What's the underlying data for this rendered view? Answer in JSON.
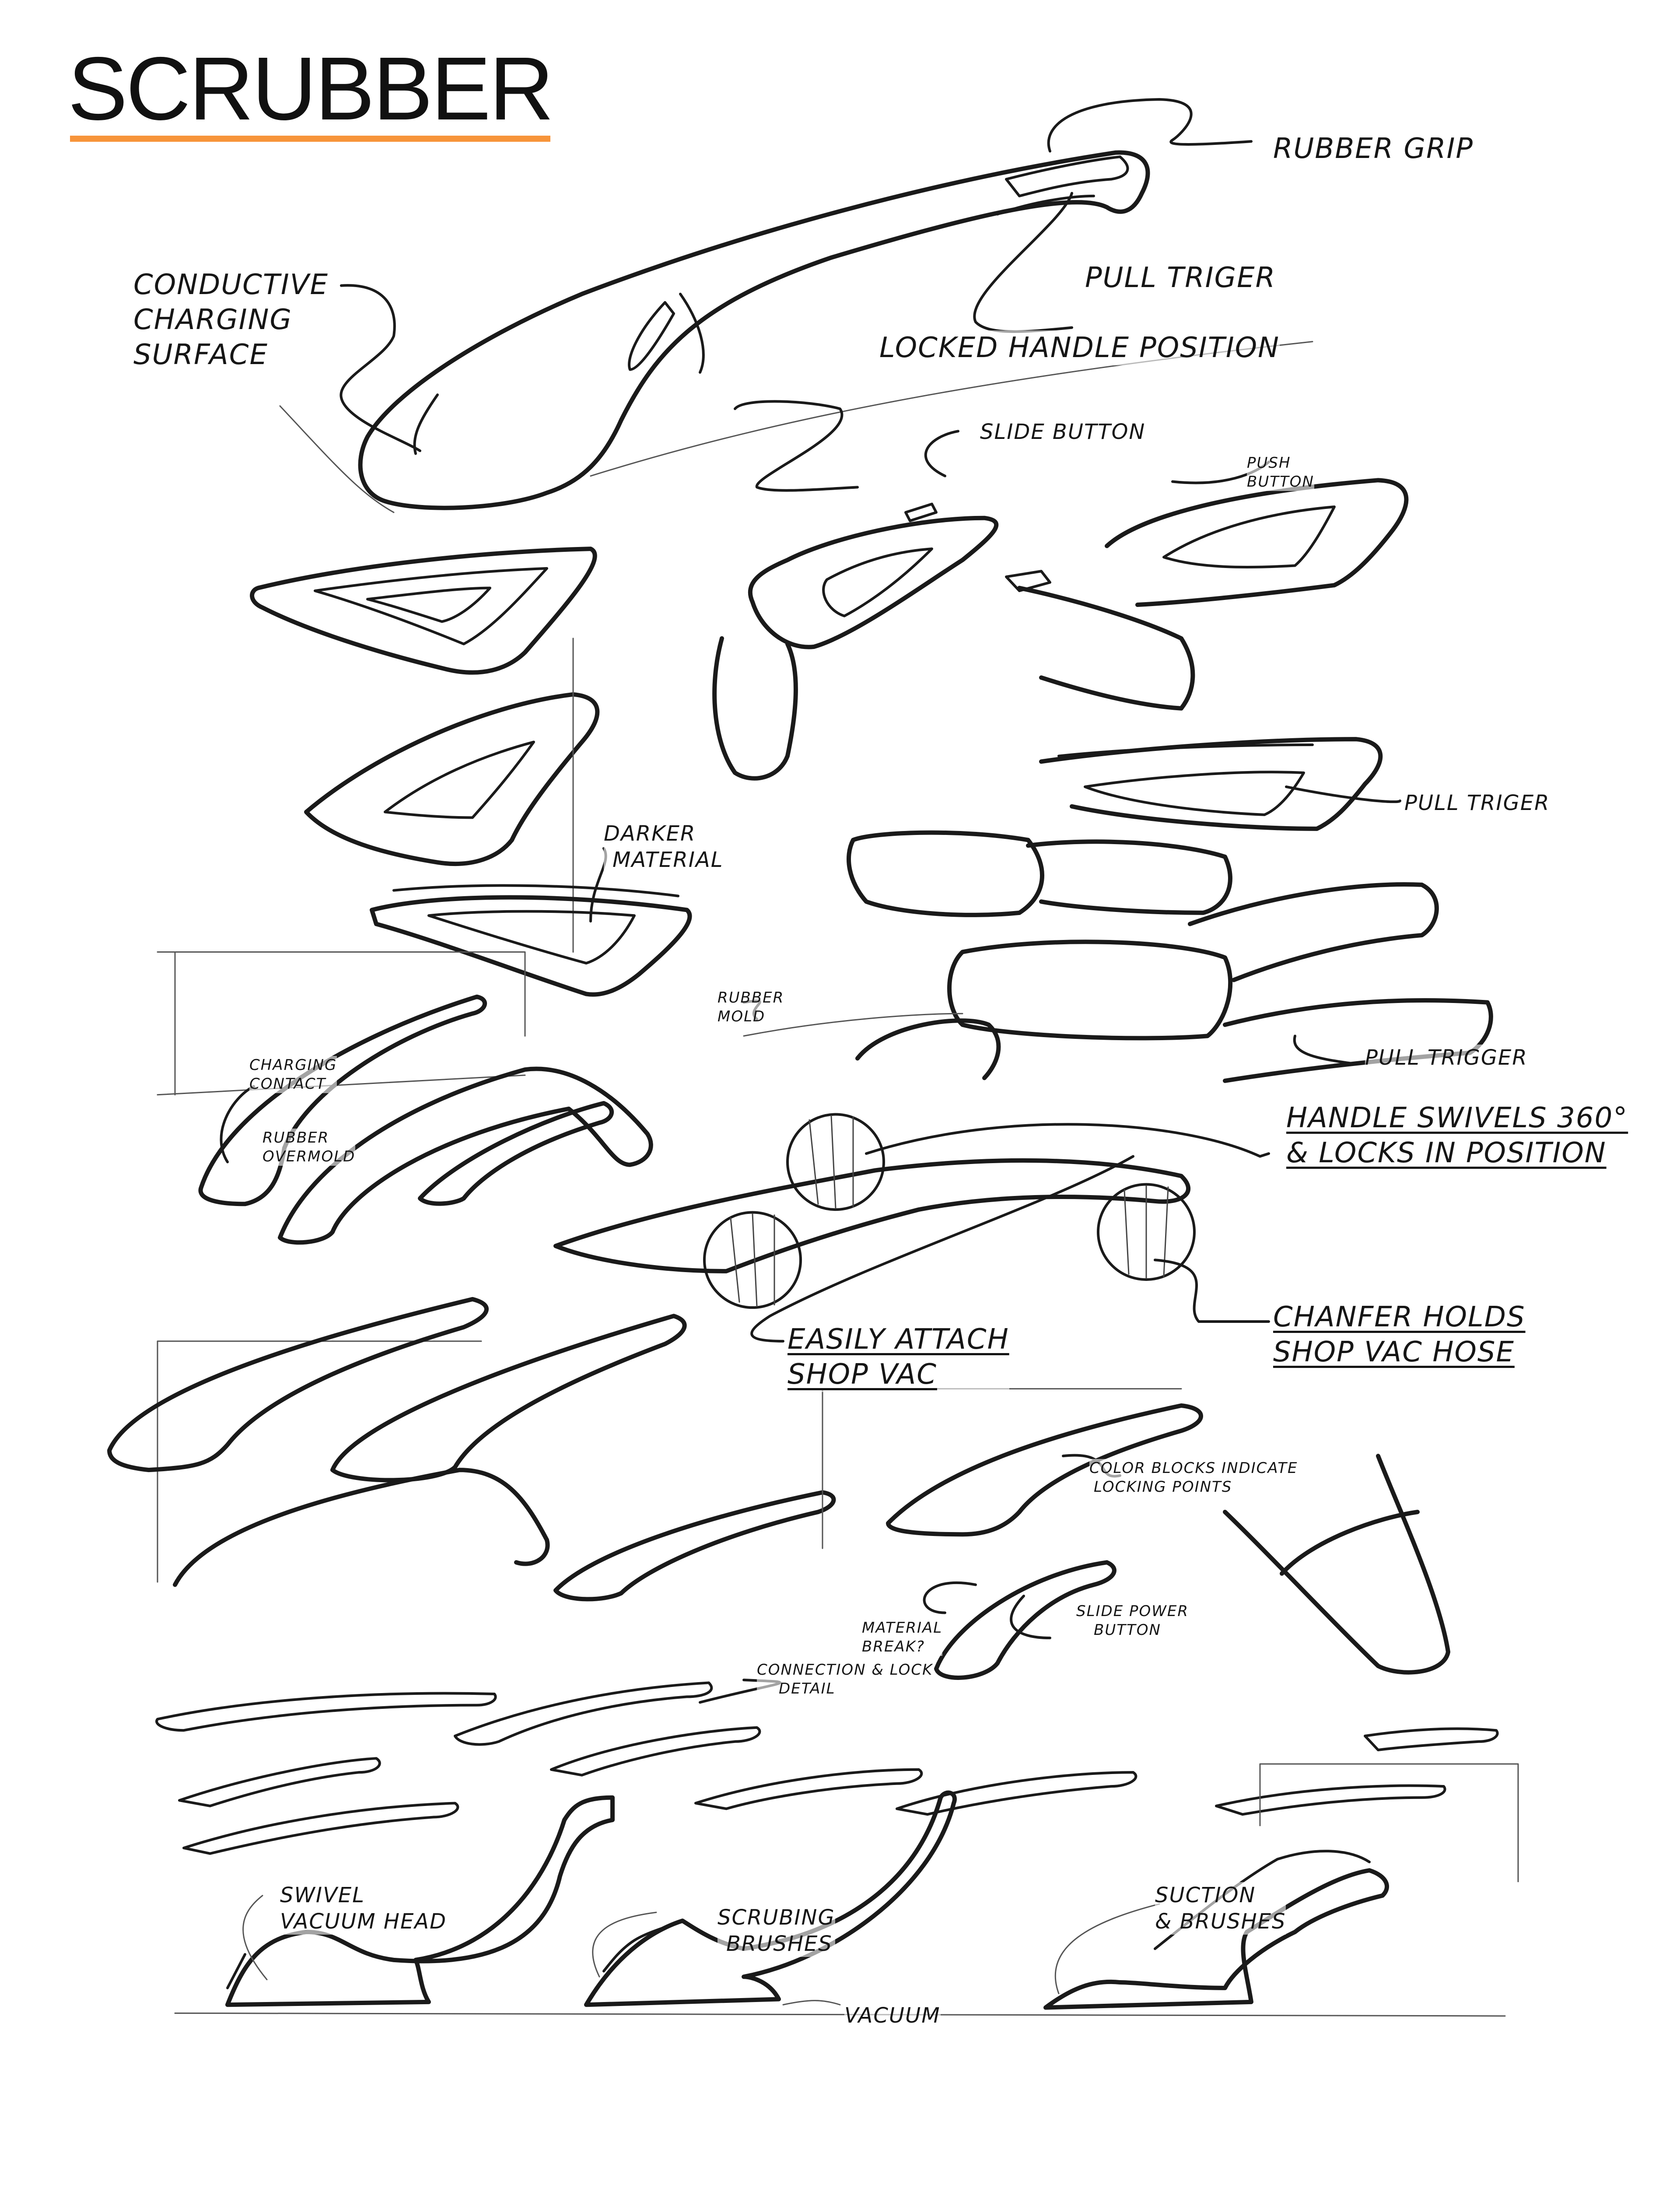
{
  "title": "SCRUBBER",
  "colors": {
    "accent": "#f7943a",
    "ink": "#1a1a1a",
    "background": "#ffffff"
  },
  "annotations": {
    "rubber_grip": "Rubber Grip",
    "pull_triger_top": "Pull Triger",
    "locked_handle_position": "Locked Handle Position",
    "conductive_charging_surface": [
      "Conductive",
      "Charging",
      "Surface"
    ],
    "slide_button": "Slide Button",
    "push_button": [
      "Push",
      "Button"
    ],
    "pull_triger_mid": "Pull Triger",
    "darker_material": [
      "Darker",
      "Material"
    ],
    "rubber_mold": [
      "Rubber",
      "Mold"
    ],
    "pull_trigger": "Pull Trigger",
    "charging_contact": [
      "Charging",
      "Contact"
    ],
    "rubber_overmold": [
      "Rubber",
      "Overmold"
    ],
    "handle_swivels": [
      "Handle Swivels 360°",
      "& Locks In Position"
    ],
    "chanfer_holds": [
      "Chanfer Holds",
      "Shop Vac Hose"
    ],
    "easily_attach": [
      "Easily Attach",
      "Shop Vac"
    ],
    "color_blocks": [
      "Color Blocks Indicate",
      "Locking Points"
    ],
    "material_break": [
      "Material",
      "Break?"
    ],
    "slide_power_button": [
      "Slide Power",
      "Button"
    ],
    "connection_lock": [
      "Connection & Lock",
      "Detail"
    ],
    "swivel_vacuum_head": [
      "Swivel",
      "Vacuum Head"
    ],
    "scrubing_brushes": [
      "Scrubing",
      "Brushes"
    ],
    "vacuum": "Vacuum",
    "suction_brushes": [
      "Suction",
      "& Brushes"
    ]
  }
}
